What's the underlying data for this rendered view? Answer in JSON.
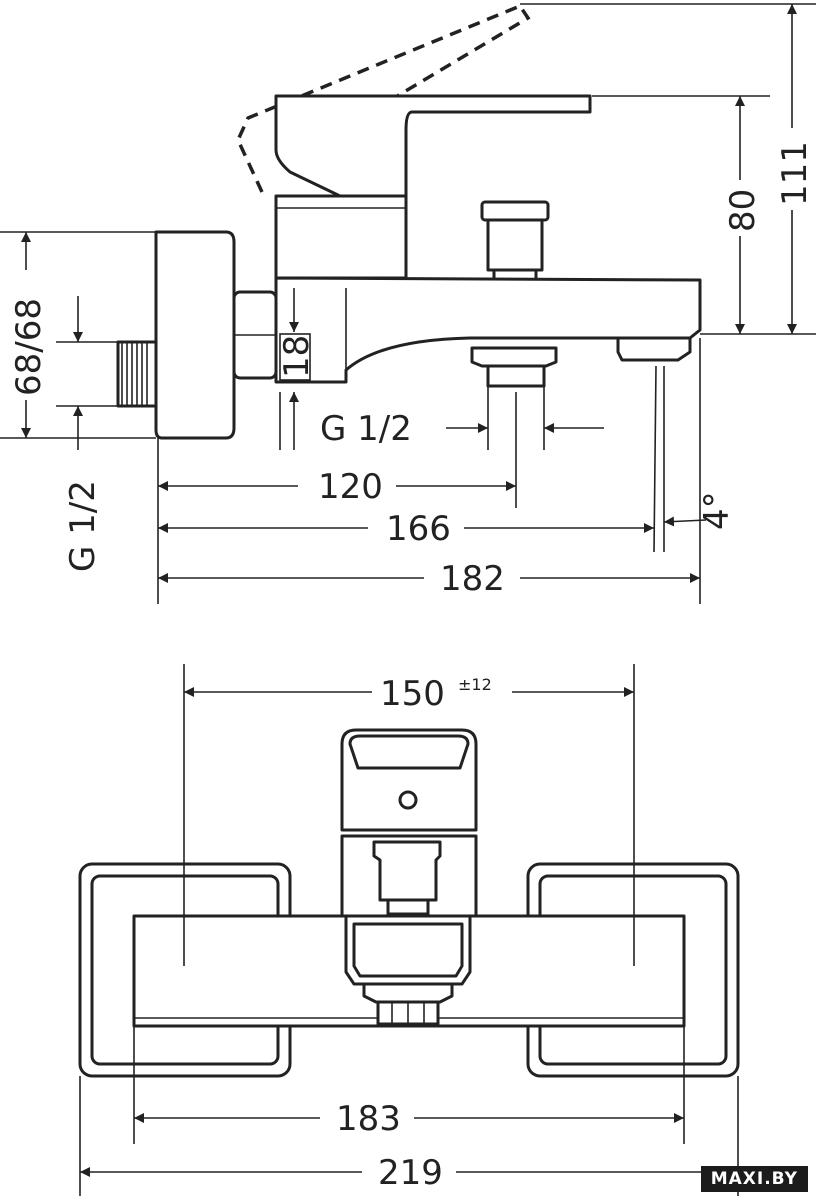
{
  "side_view": {
    "dimensions": {
      "height_111": "111",
      "height_80": "80",
      "offset_68": "68/68",
      "thread_left": "G 1/2",
      "thread_spout": "G 1/2",
      "depth_18": "18",
      "length_120": "120",
      "length_166": "166",
      "length_182": "182",
      "angle": "4°"
    }
  },
  "top_view": {
    "dimensions": {
      "center_distance": "150",
      "tolerance": "±12",
      "width_183": "183",
      "width_219": "219"
    }
  },
  "watermark": "MAXI.BY"
}
